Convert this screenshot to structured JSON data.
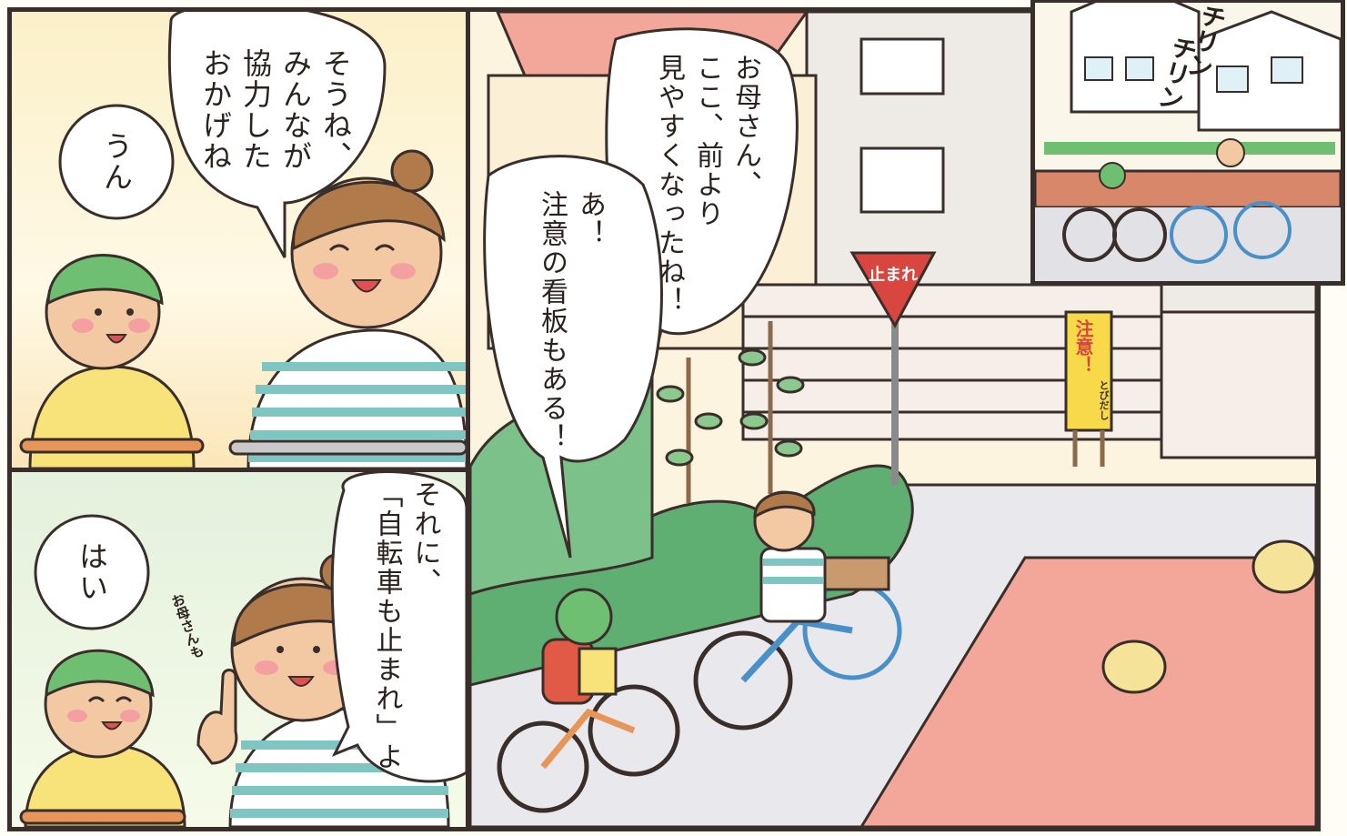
{
  "panel1": {
    "mother_bubble": "そうね、\nみんなが\n協力した\nおかげね",
    "child_bubble": "うん"
  },
  "panel2": {
    "mother_bubble": "それに、\n「自転車も止まれ」よ",
    "child_bubble": "はい",
    "child_small": "お母さんも"
  },
  "panel3": {
    "child_bubble_1": "お母さん、\nここ、前より\n見やすくなったね！",
    "child_bubble_2": "あ！\n注意の看板もある！",
    "stop_sign": "止まれ",
    "caution_sign_main": "注意！",
    "caution_sign_sub": "とびだし"
  },
  "inset": {
    "sfx_1": "チリン",
    "sfx_2": "チリン"
  },
  "colors": {
    "outline": "#3a2e2a",
    "stripe_teal": "#7fc6c3",
    "helmet_green": "#6fbf73",
    "stop_red": "#d9453f",
    "road_pink": "#f2a79a",
    "bush_green": "#5fae72"
  }
}
